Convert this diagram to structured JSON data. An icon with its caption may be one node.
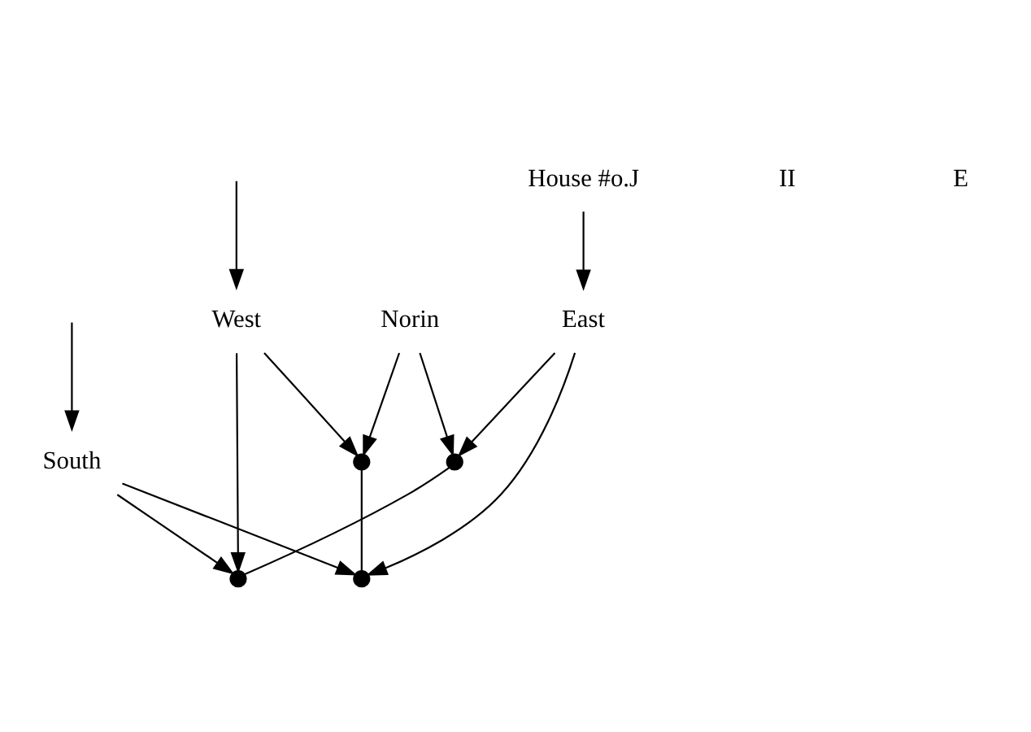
{
  "diagram": {
    "nodes": [
      {
        "text": [
          "Norin"
        ]
      },
      {
        "text": [
          "West"
        ]
      },
      {
        "text": [
          "East"
        ]
      },
      {
        "text": [
          "South"
        ]
      },
      {
        "text": [],
        "shape": "point"
      },
      {
        "text": [],
        "shape": "point"
      },
      {
        "text": [],
        "shape": "point"
      },
      {
        "text": [],
        "shape": "point"
      },
      {
        "text": [
          "House #o.J"
        ]
      }
    ],
    "edges": [
      {
        "from": 0,
        "to": 4,
        "arrow": "to"
      },
      {
        "from": 0,
        "to": 5,
        "arrow": "to"
      },
      {
        "from": 1,
        "to": 4,
        "arrow": "to"
      },
      {
        "from": 2,
        "to": 5,
        "arrow": "to"
      },
      {
        "from": 4,
        "to": 6,
        "arrow": "none"
      },
      {
        "from": 5,
        "to": 7,
        "arrow": "none"
      },
      {
        "from": 1,
        "to": 7,
        "arrow": "to"
      },
      {
        "from": 2,
        "to": 6,
        "arrow": "to"
      },
      {
        "from": 3,
        "to": 7,
        "arrow": "to"
      },
      {
        "from": 3,
        "to": 6,
        "arrow": "to"
      },
      {
        "from": null,
        "to": 1,
        "arrow": "to"
      },
      {
        "from": 8,
        "to": 2,
        "arrow": "to"
      },
      {
        "from": null,
        "to": 3,
        "arrow": "to"
      }
    ],
    "labels": [
      "II",
      "E"
    ]
  }
}
